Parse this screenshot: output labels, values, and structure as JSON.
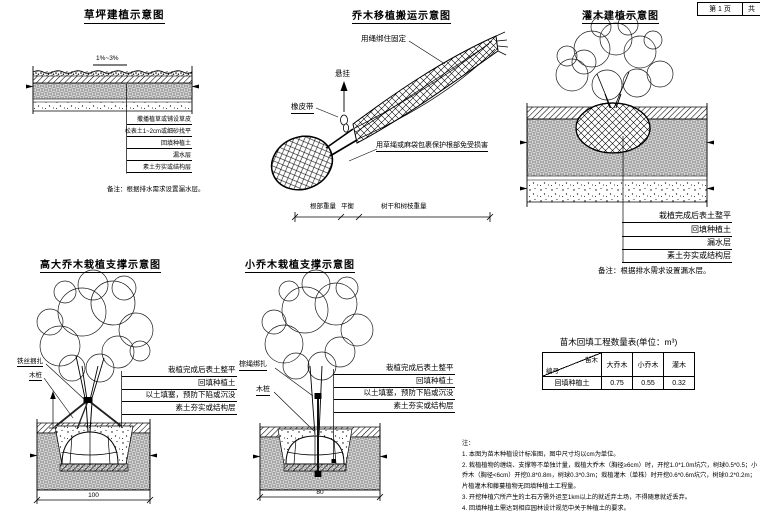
{
  "page_box": {
    "page": "第 1 页",
    "total": "共"
  },
  "panels": {
    "lawn": {
      "title": "草坪建植示意图",
      "slope_label": "1%~3%",
      "layers": [
        "撒播植草或铺设草皮",
        "松表土1~2cm或细砂找平",
        "回填种植土",
        "漏水层",
        "素土夯实或结构层"
      ],
      "note": "备注：根据排水需求设置漏水层。"
    },
    "transport": {
      "title": "乔木移植搬运示意图",
      "callouts": {
        "tie": "用绳绑住固定",
        "hang": "悬挂",
        "rubber_band": "橡皮带",
        "wrap": "用草绳或麻袋包裹保护根部免受损害"
      },
      "weight_labels": {
        "root": "根部重量",
        "balance": "平衡",
        "trunk": "树干和树枝重量"
      }
    },
    "shrub": {
      "title": "灌木建植示意图",
      "layers": [
        "栽植完成后表土整平",
        "回填种植土",
        "漏水层",
        "素土夯实或结构层"
      ],
      "note": "备注：根据排水需求设置漏水层。"
    },
    "tall_tree": {
      "title": "高大乔木栽植支撑示意图",
      "callouts": {
        "wire": "铁丝捆扎",
        "stake": "木桩"
      },
      "layers": [
        "栽植完成后表土整平",
        "回填种植土",
        "以土填塞，预防下陷或沉没",
        "素土夯实或结构层"
      ],
      "width_dim": "100"
    },
    "small_tree": {
      "title": "小乔木栽植支撑示意图",
      "callouts": {
        "rope": "棕绳绑扎",
        "stake": "木桩"
      },
      "layers": [
        "栽植完成后表土整平",
        "回填种植土",
        "以土填塞，预防下陷或沉没",
        "素土夯实或结构层"
      ],
      "width_dim": "80"
    }
  },
  "quantity_table": {
    "title": "苗木回填工程数量表(单位：m³)",
    "corner_top": "苗木",
    "corner_bottom": "编号",
    "columns": [
      "大乔木",
      "小乔木",
      "灌木"
    ],
    "rows": [
      {
        "label": "回填种植土",
        "values": [
          "0.75",
          "0.55",
          "0.32"
        ]
      }
    ]
  },
  "notes": {
    "heading": "注：",
    "items": [
      "1. 本图为苗木种植设计标准图，图中尺寸均以cm为单位。",
      "2. 栽植植物的缠绕、支撑等不单独计量，栽植大乔木（胸径≥6cm）时，开挖1.0*1.0m坑穴，树球0.5*0.5；小乔木（胸径<6cm）开挖0.8*0.8m，树球0.3*0.3m；栽植灌木（单株）时开挖0.6*0.6m坑穴，树球0.2*0.2m；片植灌木和藤蔓植物无回填种植土工程量。",
      "3. 开挖种植穴所产生的土石方需外运至1km以上的就近弃土场，不得随意就近丢弃。",
      "4. 回填种植土需达到相应园林设计规范中关于种植土的要求。"
    ]
  }
}
